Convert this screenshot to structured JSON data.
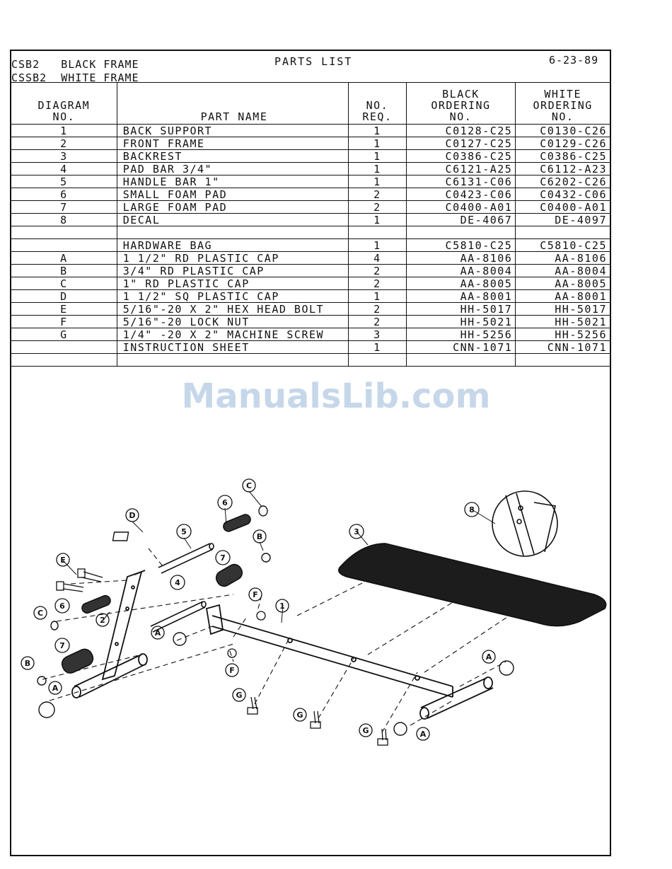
{
  "header": {
    "model_black": "CSB2",
    "model_black_desc": "BLACK FRAME",
    "model_white": "CSSB2",
    "model_white_desc": "WHITE FRAME",
    "title": "PARTS LIST",
    "date": "6-23-89"
  },
  "columns": {
    "diagram_line1": "DIAGRAM",
    "diagram_line2": "NO.",
    "part_name": "PART NAME",
    "qty_line1": "NO.",
    "qty_line2": "REQ.",
    "black_line1": "BLACK",
    "black_line2": "ORDERING",
    "black_line3": "NO.",
    "white_line1": "WHITE",
    "white_line2": "ORDERING",
    "white_line3": "NO."
  },
  "rows": [
    {
      "diag": "1",
      "name": "BACK SUPPORT",
      "qty": "1",
      "black": "C0128-C25",
      "white": "C0130-C26"
    },
    {
      "diag": "2",
      "name": "FRONT FRAME",
      "qty": "1",
      "black": "C0127-C25",
      "white": "C0129-C26"
    },
    {
      "diag": "3",
      "name": "BACKREST",
      "qty": "1",
      "black": "C0386-C25",
      "white": "C0386-C25"
    },
    {
      "diag": "4",
      "name": "PAD BAR 3/4\"",
      "qty": "1",
      "black": "C6121-A25",
      "white": "C6112-A23"
    },
    {
      "diag": "5",
      "name": "HANDLE BAR 1\"",
      "qty": "1",
      "black": "C6131-C06",
      "white": "C6202-C26"
    },
    {
      "diag": "6",
      "name": "SMALL FOAM PAD",
      "qty": "2",
      "black": "C0423-C06",
      "white": "C0432-C06"
    },
    {
      "diag": "7",
      "name": "LARGE FOAM PAD",
      "qty": "2",
      "black": "C0400-A01",
      "white": "C0400-A01"
    },
    {
      "diag": "8",
      "name": "DECAL",
      "qty": "1",
      "black": "DE-4067",
      "white": "DE-4097"
    },
    {
      "diag": "",
      "name": "",
      "qty": "",
      "black": "",
      "white": ""
    },
    {
      "diag": "",
      "name": "HARDWARE BAG",
      "qty": "1",
      "black": "C5810-C25",
      "white": "C5810-C25"
    },
    {
      "diag": "A",
      "name": "1 1/2\" RD PLASTIC CAP",
      "qty": "4",
      "black": "AA-8106",
      "white": "AA-8106"
    },
    {
      "diag": "B",
      "name": "3/4\" RD PLASTIC CAP",
      "qty": "2",
      "black": "AA-8004",
      "white": "AA-8004"
    },
    {
      "diag": "C",
      "name": "1\" RD PLASTIC CAP",
      "qty": "2",
      "black": "AA-8005",
      "white": "AA-8005"
    },
    {
      "diag": "D",
      "name": "1 1/2\" SQ PLASTIC CAP",
      "qty": "1",
      "black": "AA-8001",
      "white": "AA-8001"
    },
    {
      "diag": "E",
      "name": "5/16\"-20 X 2\" HEX HEAD BOLT",
      "qty": "2",
      "black": "HH-5017",
      "white": "HH-5017"
    },
    {
      "diag": "F",
      "name": "5/16\"-20 LOCK NUT",
      "qty": "2",
      "black": "HH-5021",
      "white": "HH-5021"
    },
    {
      "diag": "G",
      "name": "1/4\" -20 X 2\" MACHINE SCREW",
      "qty": "3",
      "black": "HH-5256",
      "white": "HH-5256"
    },
    {
      "diag": "",
      "name": "INSTRUCTION SHEET",
      "qty": "1",
      "black": "CNN-1071",
      "white": "CNN-1071"
    },
    {
      "diag": "",
      "name": "",
      "qty": "",
      "black": "",
      "white": ""
    }
  ],
  "watermark": "ManualsLib.com",
  "callouts": {
    "n1": "1",
    "n2": "2",
    "n3": "3",
    "n4": "4",
    "n5": "5",
    "n6": "6",
    "n7": "7",
    "n8": "8",
    "A": "A",
    "B": "B",
    "C": "C",
    "D": "D",
    "E": "E",
    "F": "F",
    "G": "G"
  }
}
